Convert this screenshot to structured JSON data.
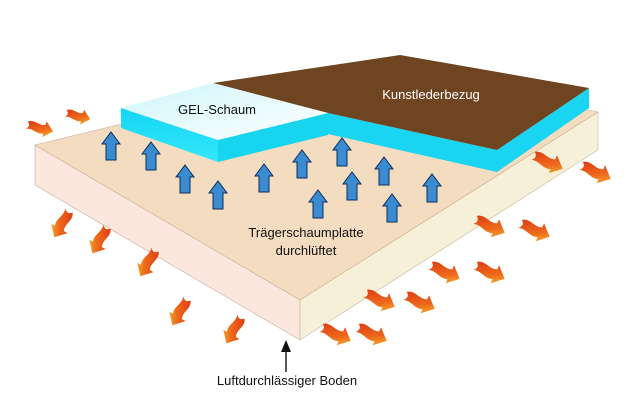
{
  "labels": {
    "gel": "GEL-Schaum",
    "leather": "Kunstlederbezug",
    "carrier_line1": "Trägerschaumplatte",
    "carrier_line2": "durchlüftet",
    "floor": "Luftdurchlässiger Boden"
  },
  "colors": {
    "foam_top": "#f4dcc0",
    "foam_front": "#fbe6dc",
    "foam_right": "#f7f0da",
    "leather": "#6e4520",
    "gel_side": "#17d8f2",
    "air_arrow": "#3a8bd0",
    "heat_arrow": "#e0501c"
  }
}
